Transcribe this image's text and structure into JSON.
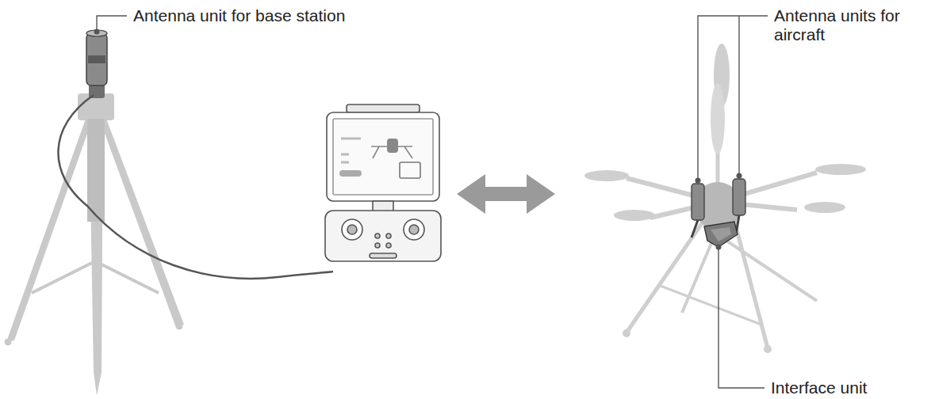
{
  "diagram": {
    "labels": [
      "Antenna unit for base station",
      "Antenna units for aircraft",
      "Interface unit"
    ]
  }
}
